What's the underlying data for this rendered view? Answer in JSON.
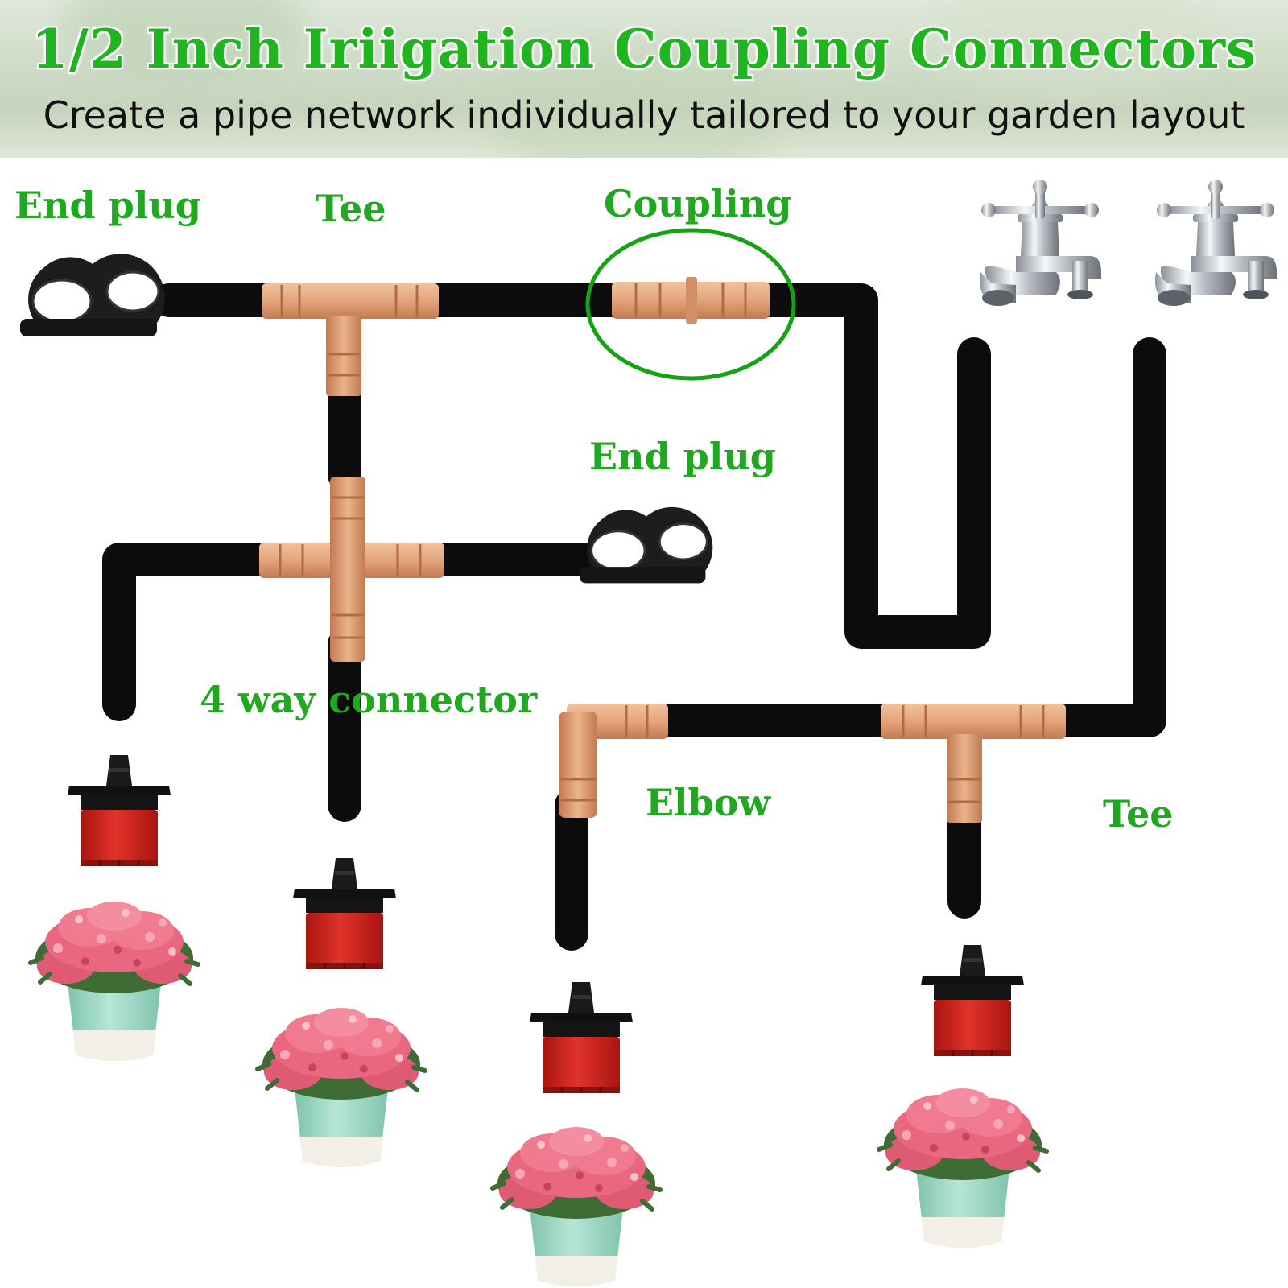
{
  "header": {
    "title": "1/2 Inch Iriigation Coupling Connectors",
    "subtitle": "Create a pipe network individually tailored to your garden layout"
  },
  "labels": {
    "end_plug_top": "End plug",
    "tee_top": "Tee",
    "coupling": "Coupling",
    "end_plug_mid": "End plug",
    "four_way": "4 way connector",
    "elbow": "Elbow",
    "tee_bottom": "Tee"
  },
  "colors": {
    "title_green": "#1fb51f",
    "label_green": "#20a820",
    "pipe_black": "#0c0c0c",
    "fitting_orange": "#e3a57c",
    "dripper_red": "#d8271f",
    "highlight_circle": "#15a315"
  }
}
